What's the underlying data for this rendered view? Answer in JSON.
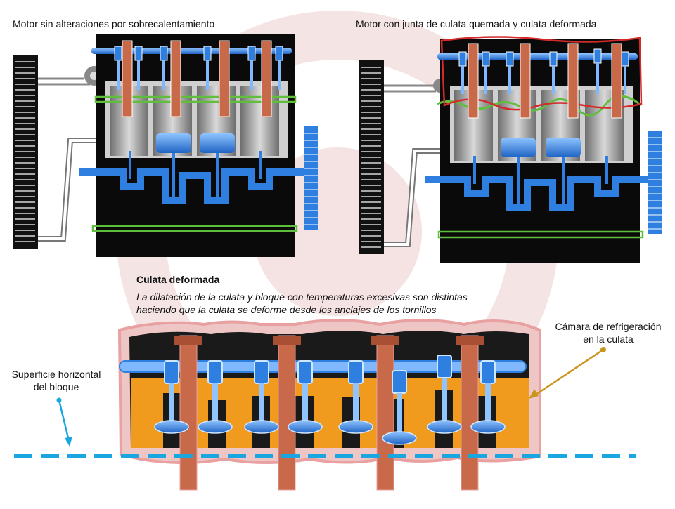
{
  "panels": {
    "left_title": "Motor sin alteraciones por sobrecalentamiento",
    "right_title": "Motor con junta  de culata quemada y culata deformada"
  },
  "detail": {
    "heading": "Culata deformada",
    "description_line1": "La dilatación de la culata y bloque con temperaturas excesivas son distintas",
    "description_line2": "haciendo que la culata se deforme desde los anclajes de los tornillos"
  },
  "labels": {
    "cooling_chamber_line1": "Cámara de refrigeración",
    "cooling_chamber_line2": "en la culata",
    "block_surface_line1": "Superficie horizontal",
    "block_surface_line2": "del bloque"
  },
  "colors": {
    "block": "#0a0a0a",
    "valve": "#2f7fe0",
    "bolt": "#c8694a",
    "gasket": "#5fbf3c",
    "warp_outline": "#d42a2a",
    "head_fill": "#f09a1e",
    "head_outline": "#e8a0a0",
    "surface_line": "#1aa7e0",
    "pointer_gold": "#c8961e"
  }
}
